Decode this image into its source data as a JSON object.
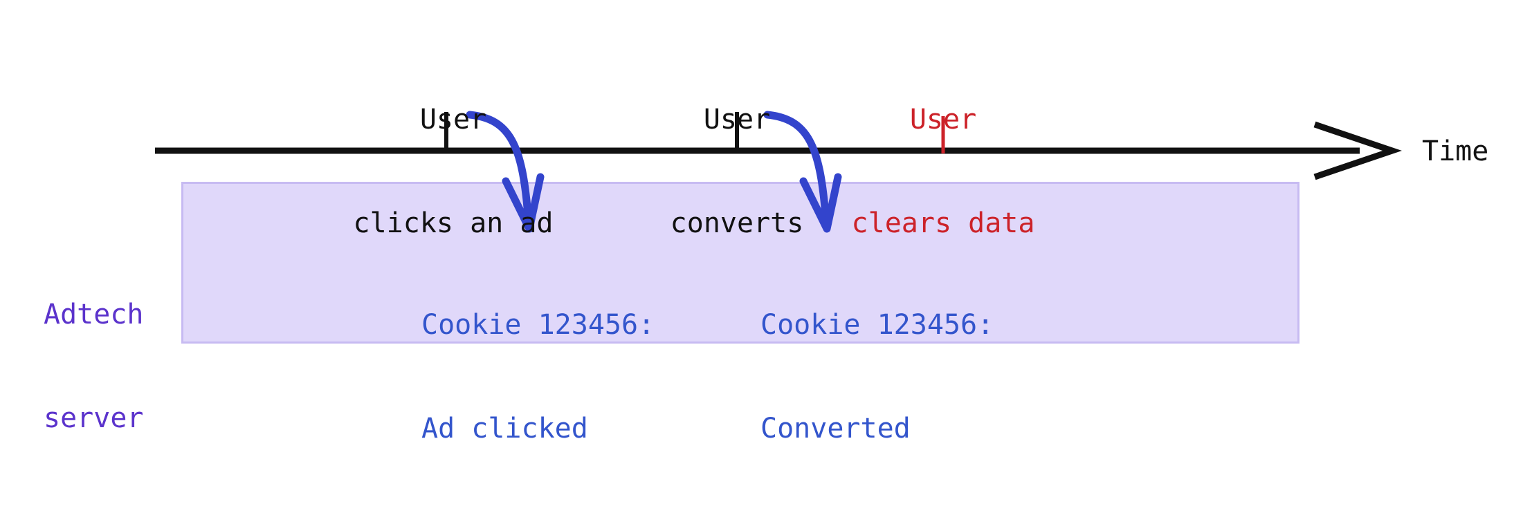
{
  "diagram": {
    "title_semantic": "cookie-based-ad-attribution-timeline",
    "colors": {
      "timeline": "#111111",
      "event_black": "#111111",
      "event_red": "#cc2229",
      "server_purple": "#5b33cc",
      "cookie_blue": "#3355cc",
      "box_fill": "#e0d8fa",
      "box_border": "#c7bbf2",
      "arrow_blue": "#3344cc",
      "background": "#ffffff"
    }
  },
  "timeline": {
    "axis_label": "Time",
    "events": [
      {
        "id": "click",
        "line1": "User",
        "line2": "clicks an ad",
        "color": "#111111",
        "tick_color": "#111111"
      },
      {
        "id": "convert",
        "line1": "User",
        "line2": "converts",
        "color": "#111111",
        "tick_color": "#111111"
      },
      {
        "id": "clear",
        "line1": "User",
        "line2": "clears data",
        "color": "#cc2229",
        "tick_color": "#cc2229"
      }
    ]
  },
  "server": {
    "label_line1": "Adtech",
    "label_line2": "server",
    "records": [
      {
        "id": "record-ad-clicked",
        "line1": "Cookie 123456:",
        "line2": "Ad clicked"
      },
      {
        "id": "record-converted",
        "line1": "Cookie 123456:",
        "line2": "Converted"
      }
    ]
  }
}
